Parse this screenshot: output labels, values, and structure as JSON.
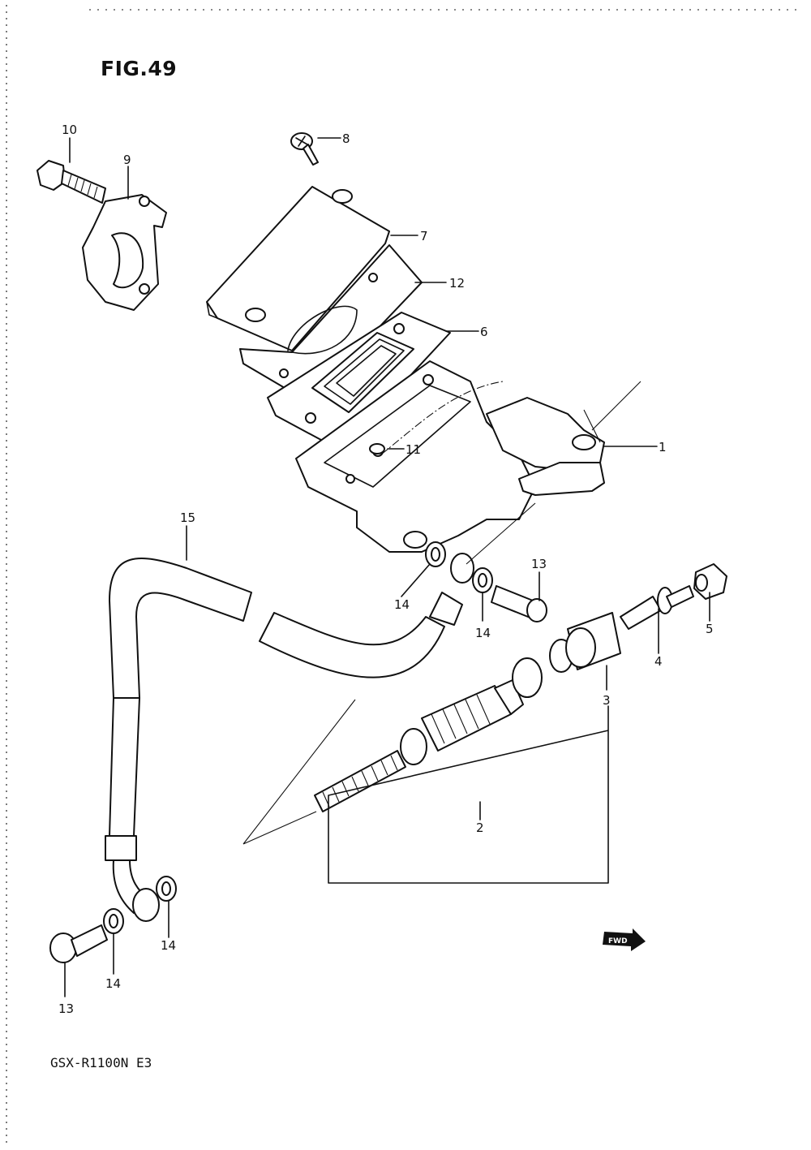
{
  "figure": {
    "title": "FIG.49",
    "model": "GSX-R1100N  E3",
    "fwd_label": "FWD"
  },
  "callouts": {
    "c1": "1",
    "c2": "2",
    "c3": "3",
    "c4": "4",
    "c5": "5",
    "c6": "6",
    "c7": "7",
    "c8": "8",
    "c9": "9",
    "c10": "10",
    "c11": "11",
    "c12": "12",
    "c13a": "13",
    "c13b": "13",
    "c14a": "14",
    "c14b": "14",
    "c14c": "14",
    "c14d": "14",
    "c15": "15"
  }
}
